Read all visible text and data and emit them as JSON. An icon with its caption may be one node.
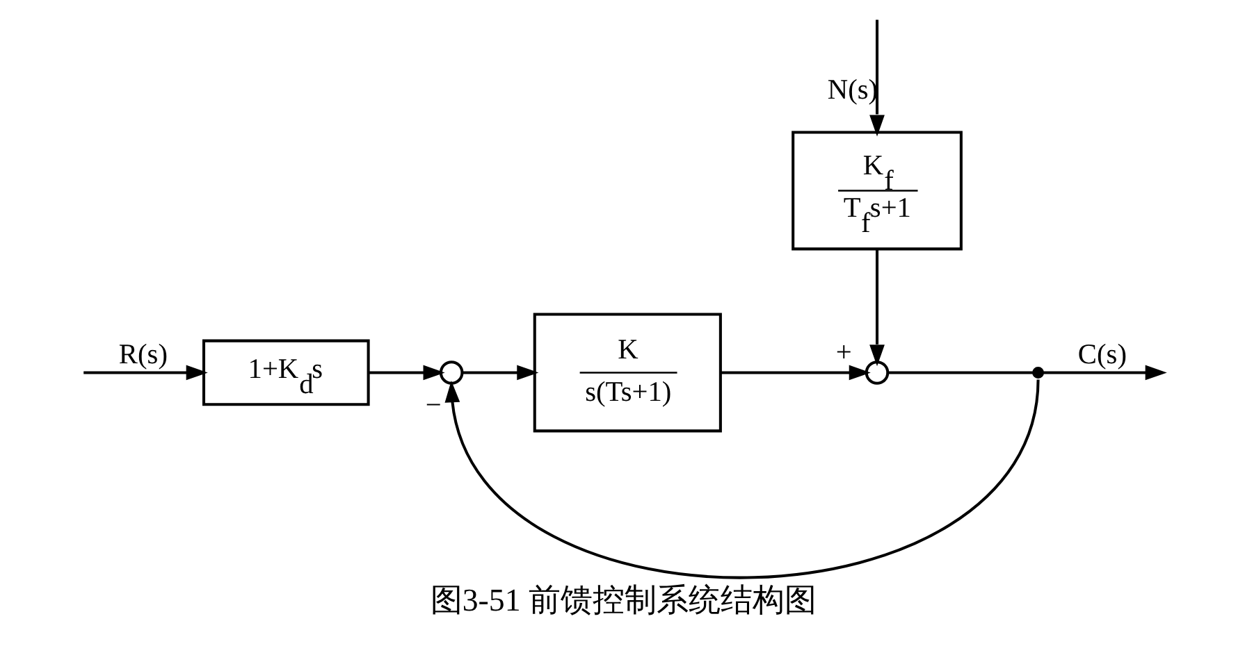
{
  "diagram": {
    "caption": "图3-51 前馈控制系统结构图",
    "nodes": [
      {
        "text": [
          "1+K$_{d}$s"
        ]
      },
      {
        "text": [],
        "shape": "circle"
      },
      {
        "text": [
          "K",
          "s(Ts+1)"
        ]
      },
      {
        "text": [
          "K$_{f}$",
          "T$_{f}$s+1"
        ]
      },
      {
        "text": [],
        "shape": "circle"
      },
      {
        "text": [],
        "shape": "dot"
      }
    ],
    "edges": [
      {
        "from": null,
        "to": 0,
        "arrow": "to",
        "label": "R(s)"
      },
      {
        "from": 0,
        "to": 1,
        "arrow": "to"
      },
      {
        "from": 1,
        "to": 2,
        "arrow": "to"
      },
      {
        "from": 2,
        "to": 4,
        "arrow": "to",
        "label": "+"
      },
      {
        "from": null,
        "to": 3,
        "arrow": "to",
        "label": "N(s)"
      },
      {
        "from": 3,
        "to": 4,
        "arrow": "to"
      },
      {
        "from": 4,
        "to": 5,
        "arrow": "none"
      },
      {
        "from": 5,
        "to": null,
        "arrow": "to",
        "label": "C(s)"
      },
      {
        "from": 5,
        "to": 1,
        "arrow": "to",
        "label": "−"
      }
    ]
  }
}
